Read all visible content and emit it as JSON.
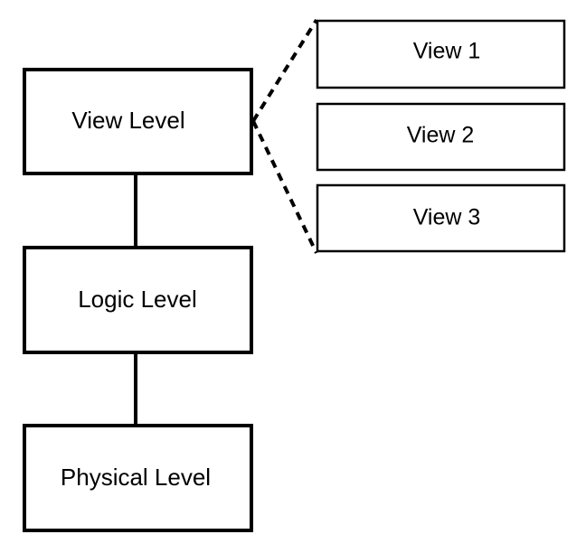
{
  "levels": {
    "view": "View Level",
    "logic": "Logic Level",
    "physical": "Physical Level"
  },
  "views": [
    "View 1",
    "View 2",
    "View 3"
  ],
  "colors": {
    "stroke": "#000000",
    "fill": "#ffffff"
  }
}
